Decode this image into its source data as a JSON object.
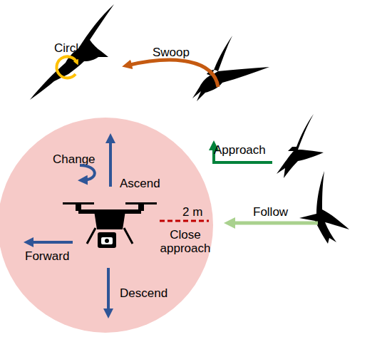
{
  "diagram": {
    "nodes": [
      {
        "text": [
          "Change",
          "Ascend",
          "Forward",
          "2 m",
          "Close approach",
          "Descend"
        ]
      }
    ],
    "labels": [
      "Circle",
      "Swoop",
      "Approach",
      "Follow"
    ]
  }
}
